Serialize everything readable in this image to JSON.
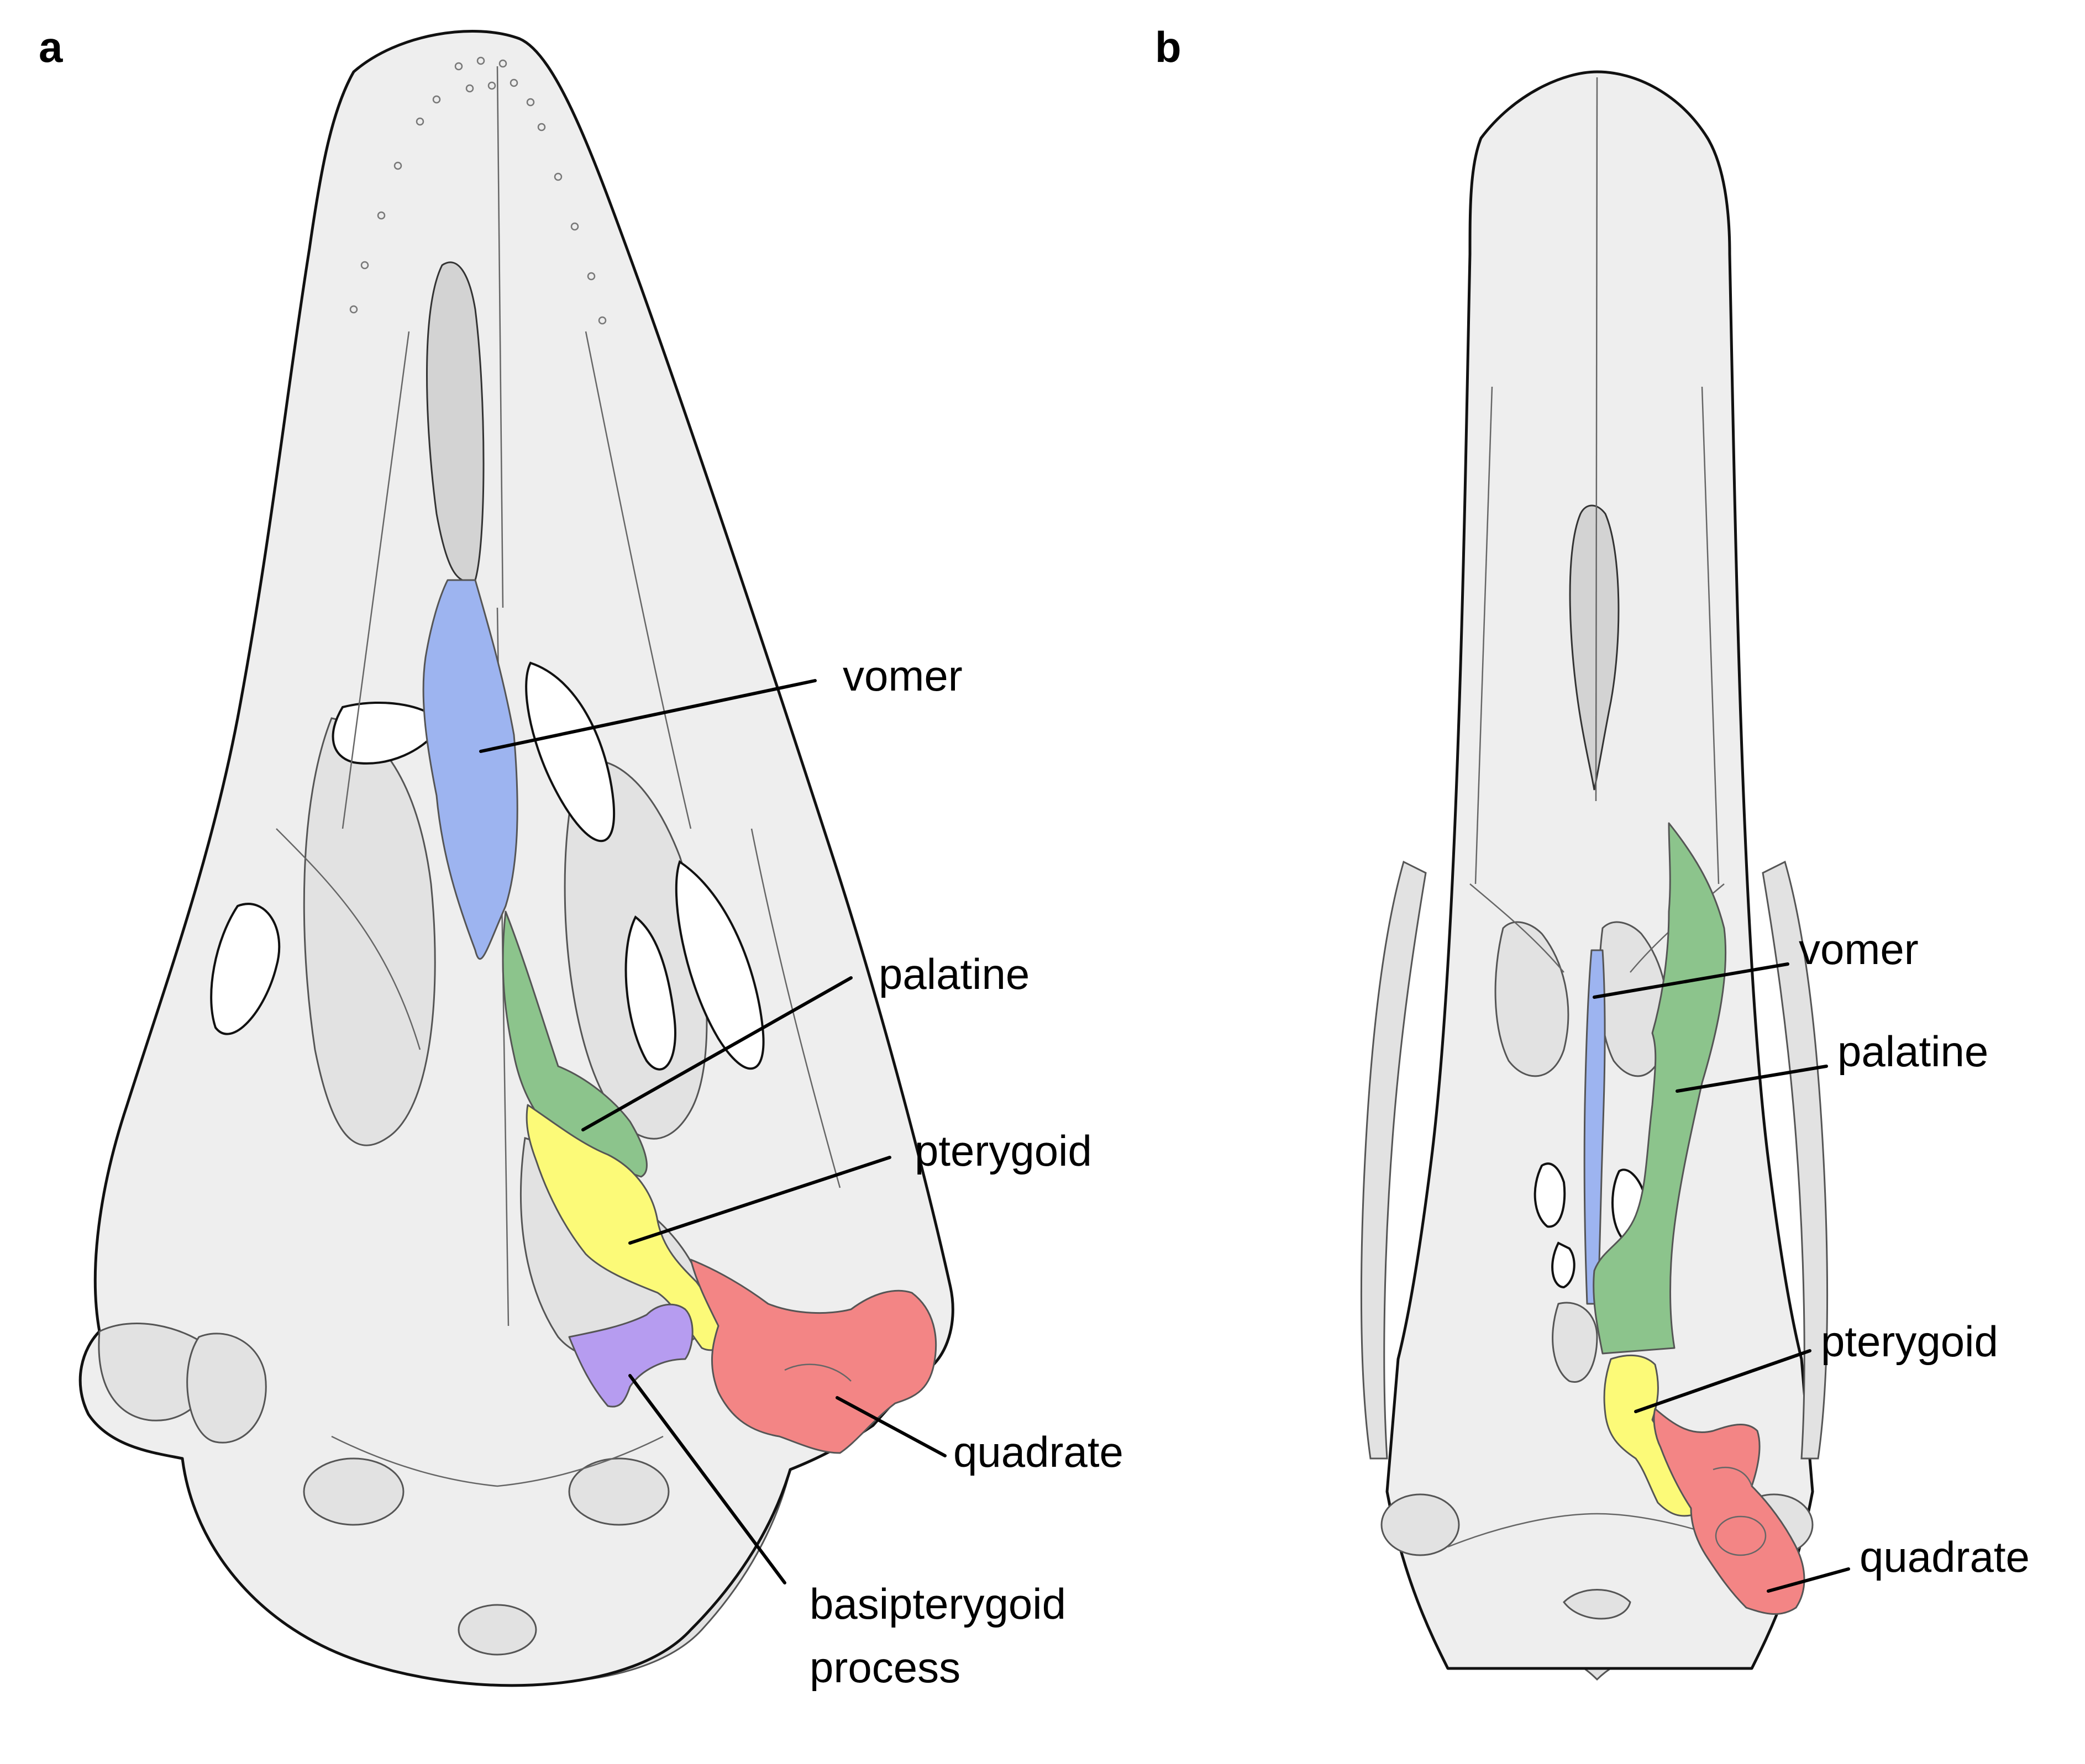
{
  "panels": [
    {
      "letter": "a",
      "labels": {
        "vomer": "vomer",
        "palatine": "palatine",
        "pterygoid": "pterygoid",
        "quadrate": "quadrate",
        "basipterygoid_line1": "basipterygoid",
        "basipterygoid_line2": "process"
      }
    },
    {
      "letter": "b",
      "labels": {
        "vomer": "vomer",
        "palatine": "palatine",
        "pterygoid": "pterygoid",
        "quadrate": "quadrate"
      }
    }
  ],
  "colors": {
    "vomer": "#9db4f0",
    "palatine": "#8cc48c",
    "pterygoid": "#fcfa78",
    "quadrate": "#f38585",
    "basipterygoid_process": "#b69cf0",
    "skull_fill": "#eeeeee",
    "skull_shadow": "#d6d6d6"
  }
}
